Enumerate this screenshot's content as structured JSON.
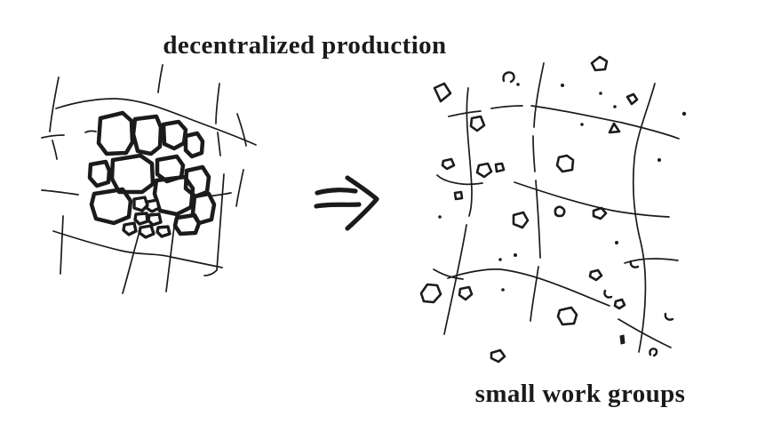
{
  "diagram": {
    "paper_color": "#ffffff",
    "ink_color": "#1b1b1b",
    "top_label": "decentralized production",
    "bottom_label": "small work groups",
    "arrow_icon": "double-arrow-right",
    "left_sketch": "dense-cluster-of-large-blocks",
    "right_sketch": "scattered-small-work-group-blobs"
  }
}
